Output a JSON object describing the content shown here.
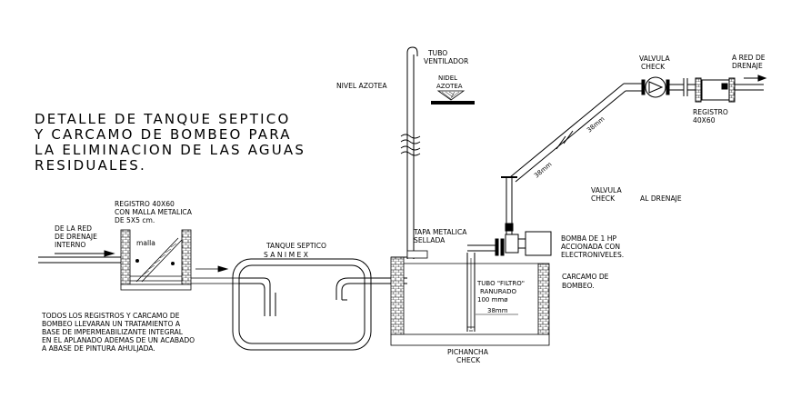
{
  "title": {
    "lines": [
      "DETALLE DE TANQUE SEPTICO",
      "Y CARCAMO DE BOMBEO PARA",
      "LA ELIMINACION DE LAS AGUAS",
      "RESIDUALES."
    ]
  },
  "labels": {
    "tubo_ventilador": [
      "TUBO",
      "VENTILADOR"
    ],
    "nivel_azotea": "NIVEL AZOTEA",
    "nidel_azotea": [
      "NIDEL",
      "AZOTEA"
    ],
    "valvula_check_top": [
      "VALVULA",
      "CHECK"
    ],
    "a_red_drenaje": [
      "A RED DE",
      "DRENAJE"
    ],
    "registro_right": [
      "REGISTRO",
      "40X60"
    ],
    "pipe_38mm_a": "38mm",
    "pipe_38mm_b": "38mm",
    "pipe_38mm_c": "38mm",
    "valvula_check_mid": [
      "VALVULA",
      "CHECK"
    ],
    "al_drenaje": "AL DRENAJE",
    "registro_left": [
      "REGISTRO 40X60",
      "CON MALLA METALICA",
      "DE 5X5 cm."
    ],
    "de_la_red": [
      "DE LA RED",
      "DE DRENAJE",
      "INTERNO"
    ],
    "malla": "malla",
    "tanque_septico": [
      "TANQUE SEPTICO",
      "S A N I M E X"
    ],
    "tapa_metalica": [
      "TAPA METALICA",
      "SELLADA"
    ],
    "bomba": [
      "BOMBA DE 1 HP",
      "ACCIONADA CON",
      "ELECTRONIVELES."
    ],
    "carcamo": [
      "CARCAMO DE",
      "BOMBEO."
    ],
    "tubo_filtro": [
      "TUBO \"FILTRO\"",
      "RANURADO",
      "100 mmø"
    ],
    "pichancha": [
      "PICHANCHA",
      "CHECK"
    ],
    "note": [
      "TODOS LOS REGISTROS Y CARCAMO DE",
      "BOMBEO LLEVARAN UN TRATAMIENTO A",
      "BASE DE IMPERMEABILIZANTE INTEGRAL",
      "EN EL APLANADO ADEMAS DE UN ACABADO",
      "A ABASE DE PINTURA AHULJADA."
    ]
  }
}
